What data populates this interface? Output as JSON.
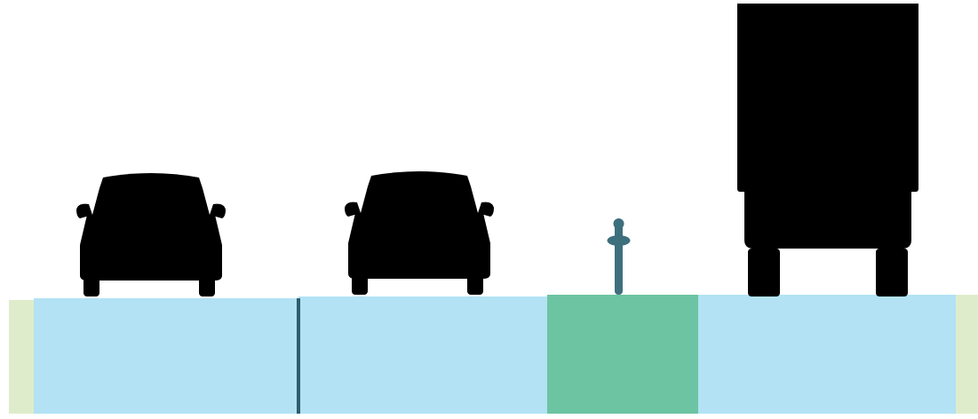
{
  "colors": {
    "lane": "#b2e2f4",
    "median": "#6cc4a3",
    "shoulder": "#dfeccb",
    "lane_divider": "#2f5d6b",
    "bollard": "#3d6f7d"
  },
  "lanes": [
    {
      "type": "shoulder"
    },
    {
      "type": "travel-lane"
    },
    {
      "type": "travel-lane"
    },
    {
      "type": "median"
    },
    {
      "type": "travel-lane"
    },
    {
      "type": "shoulder"
    }
  ],
  "vehicles": [
    {
      "type": "car"
    },
    {
      "type": "car"
    },
    {
      "type": "truck"
    }
  ],
  "icons": [
    "car-icon",
    "car-icon",
    "bollard-icon",
    "truck-icon"
  ]
}
